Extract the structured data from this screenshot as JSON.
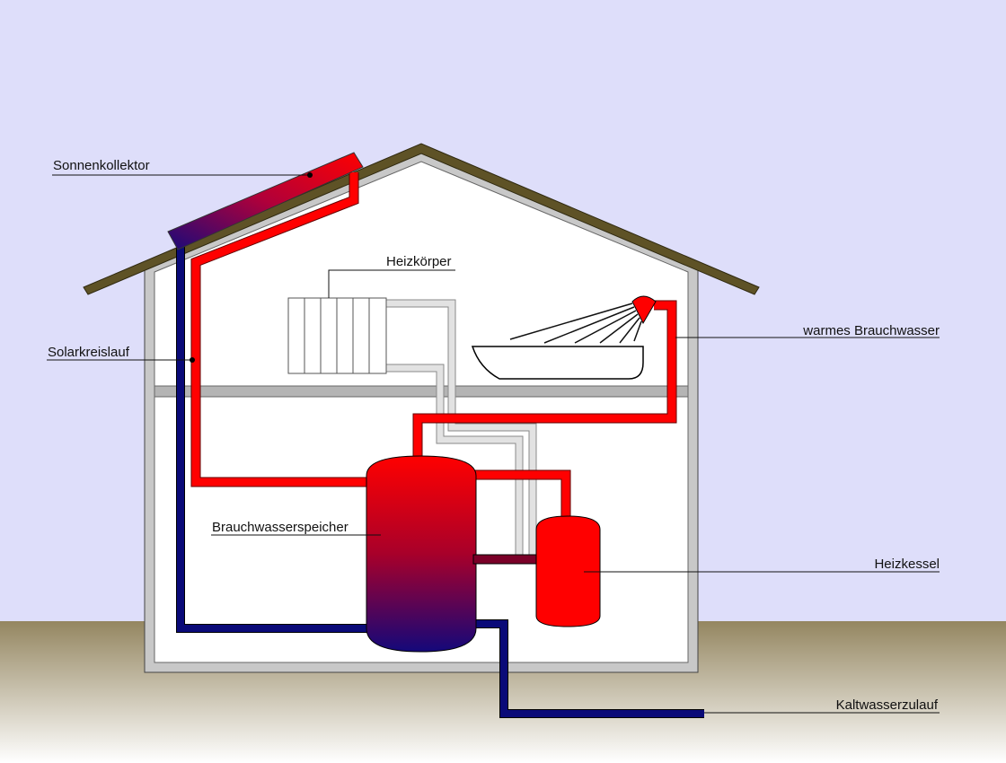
{
  "labels": {
    "sonnenkollektor": "Sonnenkollektor",
    "solarkreislauf": "Solarkreislauf",
    "heizkoerper": "Heizkörper",
    "warmes_brauchwasser": "warmes Brauchwasser",
    "brauchwasserspeicher": "Brauchwasserspeicher",
    "heizkessel": "Heizkessel",
    "kaltwasserzulauf": "Kaltwasserzulauf"
  },
  "colors": {
    "sky": "#dedefa",
    "ground_top": "#948660",
    "ground_bottom": "#ffffff",
    "roof": "#5e5226",
    "wall": "#c8c8c8",
    "hot_pipe": "#ff0000",
    "cold_pipe": "#0a0a78",
    "heating_pipe": "#d4d4d4",
    "tank_gradient_mid": "#a8002a"
  }
}
